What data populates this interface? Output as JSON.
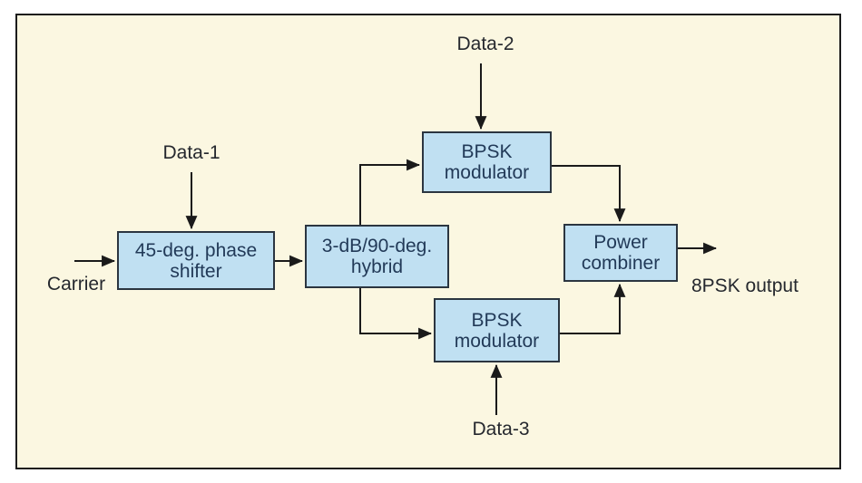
{
  "figure": {
    "colors": {
      "page_background": "#ffffff",
      "panel_background": "#fbf7e1",
      "panel_border": "#1c1c1c",
      "block_fill": "#c0e0f2",
      "block_border": "#2b3540",
      "block_text": "#223a58",
      "wire": "#1a1a1a",
      "label_text": "#25282e"
    }
  },
  "diagram": {
    "type": "block-diagram",
    "blocks": [
      {
        "id": "phase-shifter",
        "label": "45-deg. phase shifter"
      },
      {
        "id": "hybrid",
        "label": "3-dB/90-deg. hybrid"
      },
      {
        "id": "bpsk-top",
        "label": "BPSK modulator"
      },
      {
        "id": "bpsk-bottom",
        "label": "BPSK modulator"
      },
      {
        "id": "power-combiner",
        "label": "Power combiner"
      }
    ],
    "io_labels": [
      {
        "id": "carrier",
        "label": "Carrier"
      },
      {
        "id": "data-1",
        "label": "Data-1"
      },
      {
        "id": "data-2",
        "label": "Data-2"
      },
      {
        "id": "data-3",
        "label": "Data-3"
      },
      {
        "id": "8psk-output",
        "label": "8PSK output"
      }
    ],
    "connections": [
      {
        "from": "Carrier",
        "to": "45-deg. phase shifter"
      },
      {
        "from": "Data-1",
        "to": "45-deg. phase shifter"
      },
      {
        "from": "45-deg. phase shifter",
        "to": "3-dB/90-deg. hybrid"
      },
      {
        "from": "3-dB/90-deg. hybrid",
        "to": "BPSK modulator (top)"
      },
      {
        "from": "3-dB/90-deg. hybrid",
        "to": "BPSK modulator (bottom)"
      },
      {
        "from": "Data-2",
        "to": "BPSK modulator (top)"
      },
      {
        "from": "Data-3",
        "to": "BPSK modulator (bottom)"
      },
      {
        "from": "BPSK modulator (top)",
        "to": "Power combiner"
      },
      {
        "from": "BPSK modulator (bottom)",
        "to": "Power combiner"
      },
      {
        "from": "Power combiner",
        "to": "8PSK output"
      }
    ]
  }
}
